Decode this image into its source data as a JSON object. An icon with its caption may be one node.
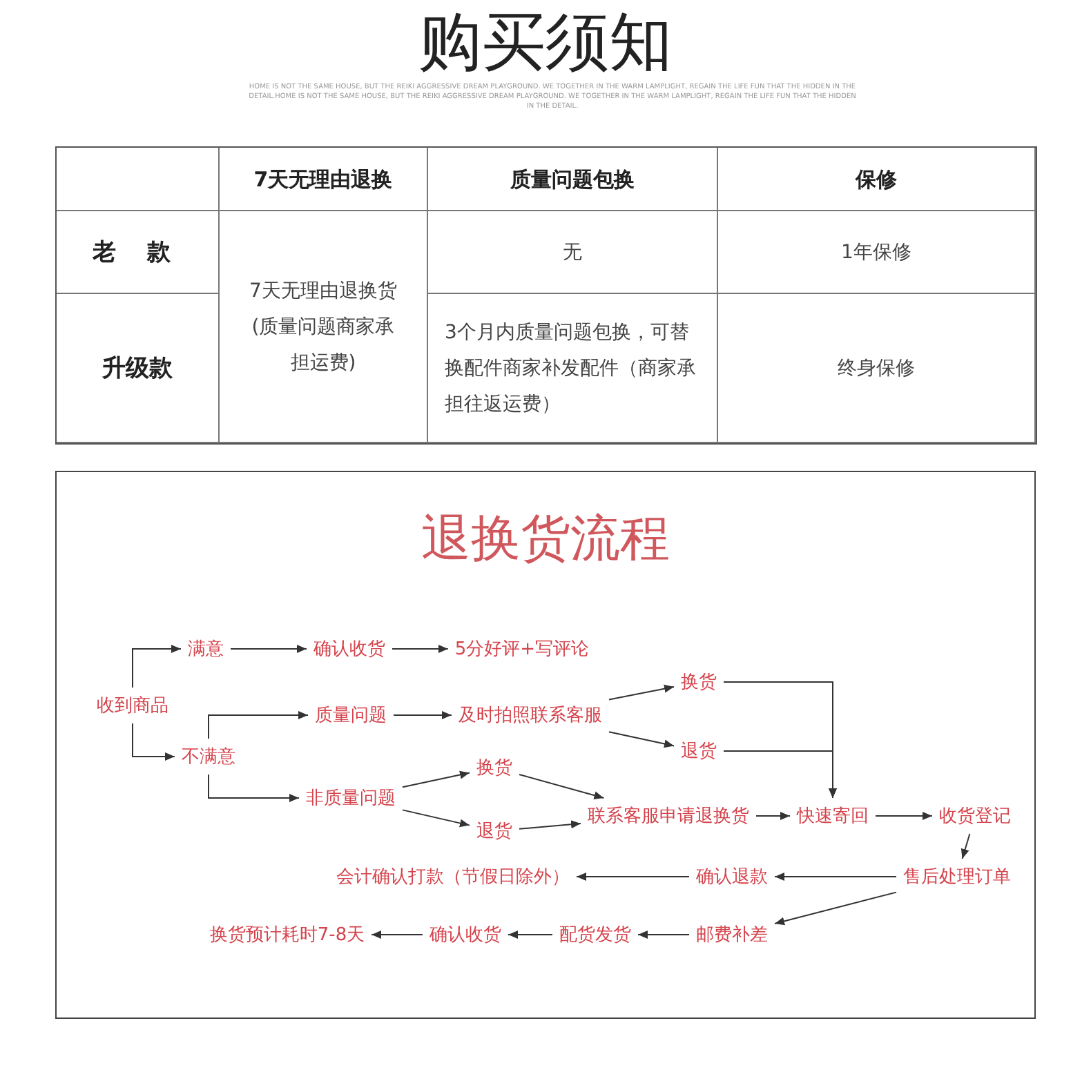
{
  "diagram": {
    "title": "购买须知",
    "nodes": [
      {
        "text": [
          "退换货流程"
        ]
      },
      {
        "text": [
          "收到商品"
        ],
        "in": 0
      },
      {
        "text": [
          "满意"
        ],
        "in": 0
      },
      {
        "text": [
          "确认收货"
        ],
        "in": 0
      },
      {
        "text": [
          "5分好评+写评论"
        ],
        "in": 0
      },
      {
        "text": [
          "不满意"
        ],
        "in": 0
      },
      {
        "text": [
          "质量问题"
        ],
        "in": 0
      },
      {
        "text": [
          "及时拍照联系客服"
        ],
        "in": 0
      },
      {
        "text": [
          "换货"
        ],
        "in": 0
      },
      {
        "text": [
          "退货"
        ],
        "in": 0
      },
      {
        "text": [
          "非质量问题"
        ],
        "in": 0
      },
      {
        "text": [
          "换货"
        ],
        "in": 0
      },
      {
        "text": [
          "退货"
        ],
        "in": 0
      },
      {
        "text": [
          "联系客服申请退换货"
        ],
        "in": 0
      },
      {
        "text": [
          "快速寄回"
        ],
        "in": 0
      },
      {
        "text": [
          "收货登记"
        ],
        "in": 0
      },
      {
        "text": [
          "售后处理订单"
        ],
        "in": 0
      },
      {
        "text": [
          "确认退款"
        ],
        "in": 0
      },
      {
        "text": [
          "会计确认打款（节假日除外）"
        ],
        "in": 0
      },
      {
        "text": [
          "邮费补差"
        ],
        "in": 0
      },
      {
        "text": [
          "配货发货"
        ],
        "in": 0
      },
      {
        "text": [
          "确认收货"
        ],
        "in": 0
      },
      {
        "text": [
          "换货预计耗时7-8天"
        ],
        "in": 0
      }
    ],
    "edges": [
      {
        "from": 1,
        "to": 2,
        "arrow": "to"
      },
      {
        "from": 1,
        "to": 5,
        "arrow": "to"
      },
      {
        "from": 2,
        "to": 3,
        "arrow": "to"
      },
      {
        "from": 3,
        "to": 4,
        "arrow": "to"
      },
      {
        "from": 5,
        "to": 6,
        "arrow": "to"
      },
      {
        "from": 5,
        "to": 10,
        "arrow": "to"
      },
      {
        "from": 6,
        "to": 7,
        "arrow": "to"
      },
      {
        "from": 7,
        "to": 8,
        "arrow": "to"
      },
      {
        "from": 7,
        "to": 9,
        "arrow": "to"
      },
      {
        "from": 8,
        "to": 14,
        "arrow": "to"
      },
      {
        "from": 9,
        "to": 14,
        "arrow": "to"
      },
      {
        "from": 10,
        "to": 11,
        "arrow": "to"
      },
      {
        "from": 10,
        "to": 12,
        "arrow": "to"
      },
      {
        "from": 11,
        "to": 13,
        "arrow": "to"
      },
      {
        "from": 12,
        "to": 13,
        "arrow": "to"
      },
      {
        "from": 13,
        "to": 14,
        "arrow": "to"
      },
      {
        "from": 14,
        "to": 15,
        "arrow": "to"
      },
      {
        "from": 15,
        "to": 16,
        "arrow": "to"
      },
      {
        "from": 16,
        "to": 17,
        "arrow": "to"
      },
      {
        "from": 16,
        "to": 19,
        "arrow": "to"
      },
      {
        "from": 17,
        "to": 18,
        "arrow": "to"
      },
      {
        "from": 19,
        "to": 20,
        "arrow": "to"
      },
      {
        "from": 20,
        "to": 21,
        "arrow": "to"
      },
      {
        "from": 21,
        "to": 22,
        "arrow": "to"
      }
    ],
    "labels": [
      "HOME IS NOT THE SAME HOUSE, BUT THE REIKI AGGRESSIVE DREAM PLAYGROUND. WE TOGETHER IN THE WARM LAMPLIGHT, REGAIN THE LIFE FUN THAT THE HIDDEN IN THE DETAIL.HOME IS NOT THE SAME HOUSE, BUT THE REIKI AGGRESSIVE DREAM PLAYGROUND. WE TOGETHER IN THE WARM LAMPLIGHT, REGAIN THE LIFE FUN THAT THE HIDDEN IN THE DETAIL.",
      "7天无理由退换",
      "质量问题包换",
      "保修",
      "老 款",
      "7天无理由退换货(质量问题商家承担运费)",
      "无",
      "1年保修",
      "升级款",
      "3个月内质量问题包换，可替换配件商家补发配件（商家承担往返运费）",
      "终身保修"
    ]
  }
}
